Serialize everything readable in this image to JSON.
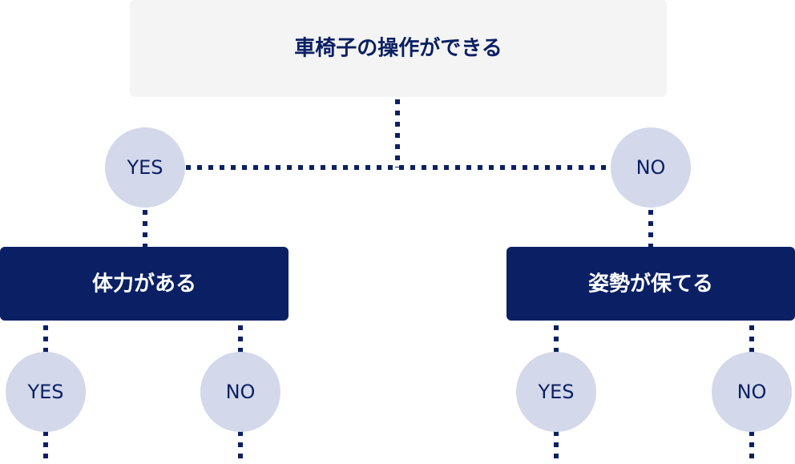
{
  "root": {
    "label": "車椅子の操作ができる"
  },
  "level1": {
    "yes_label": "YES",
    "no_label": "NO",
    "yes_branch": {
      "label": "体力がある",
      "yes_label": "YES",
      "no_label": "NO"
    },
    "no_branch": {
      "label": "姿勢が保てる",
      "yes_label": "YES",
      "no_label": "NO"
    }
  },
  "colors": {
    "navy": "#0b2064",
    "light_box": "#f4f4f4",
    "circle": "#d3d8ea",
    "white": "#ffffff"
  }
}
